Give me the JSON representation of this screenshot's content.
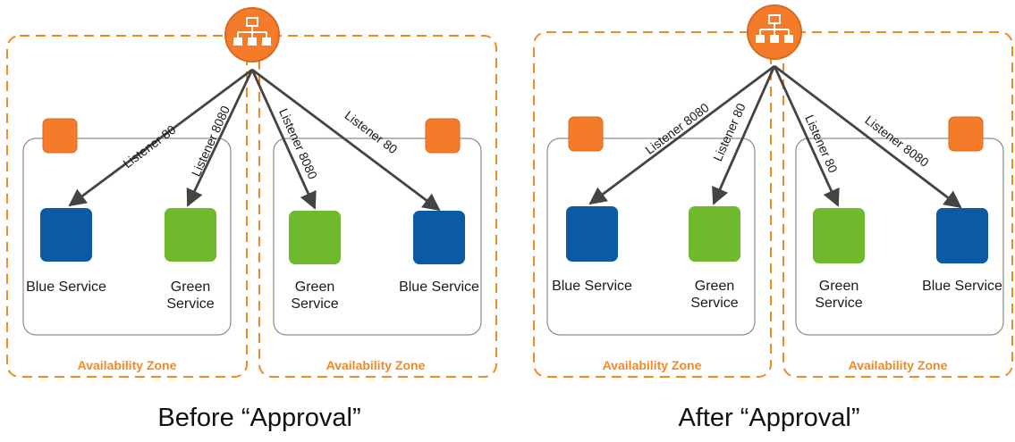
{
  "panels": {
    "before": {
      "caption": "Before “Approval”",
      "zones": [
        {
          "label": "Availability Zone",
          "services": [
            {
              "lines": [
                "Blue Service"
              ],
              "color": "#0b5aa6"
            },
            {
              "lines": [
                "Green",
                "Service"
              ],
              "color": "#6fba2c"
            }
          ],
          "listeners": [
            "Listener 80",
            "Listener 8080"
          ]
        },
        {
          "label": "Availability Zone",
          "services": [
            {
              "lines": [
                "Green",
                "Service"
              ],
              "color": "#6fba2c"
            },
            {
              "lines": [
                "Blue Service"
              ],
              "color": "#0b5aa6"
            }
          ],
          "listeners": [
            "Listener 8080",
            "Listener 80"
          ]
        }
      ]
    },
    "after": {
      "caption": "After “Approval”",
      "zones": [
        {
          "label": "Availability Zone",
          "services": [
            {
              "lines": [
                "Blue Service"
              ],
              "color": "#0b5aa6"
            },
            {
              "lines": [
                "Green",
                "Service"
              ],
              "color": "#6fba2c"
            }
          ],
          "listeners": [
            "Listener 8080",
            "Listener 80"
          ]
        },
        {
          "label": "Availability Zone",
          "services": [
            {
              "lines": [
                "Green",
                "Service"
              ],
              "color": "#6fba2c"
            },
            {
              "lines": [
                "Blue Service"
              ],
              "color": "#0b5aa6"
            }
          ],
          "listeners": [
            "Listener 80",
            "Listener 8080"
          ]
        }
      ]
    }
  },
  "colors": {
    "orange": "#f08a24",
    "node_orange": "#f47b2a",
    "arrow": "#444444",
    "subnet_border": "#8c8c8c"
  },
  "icons": {
    "load_balancer": "load-balancer-hierarchy-icon",
    "node": "orange-square-node-icon"
  }
}
